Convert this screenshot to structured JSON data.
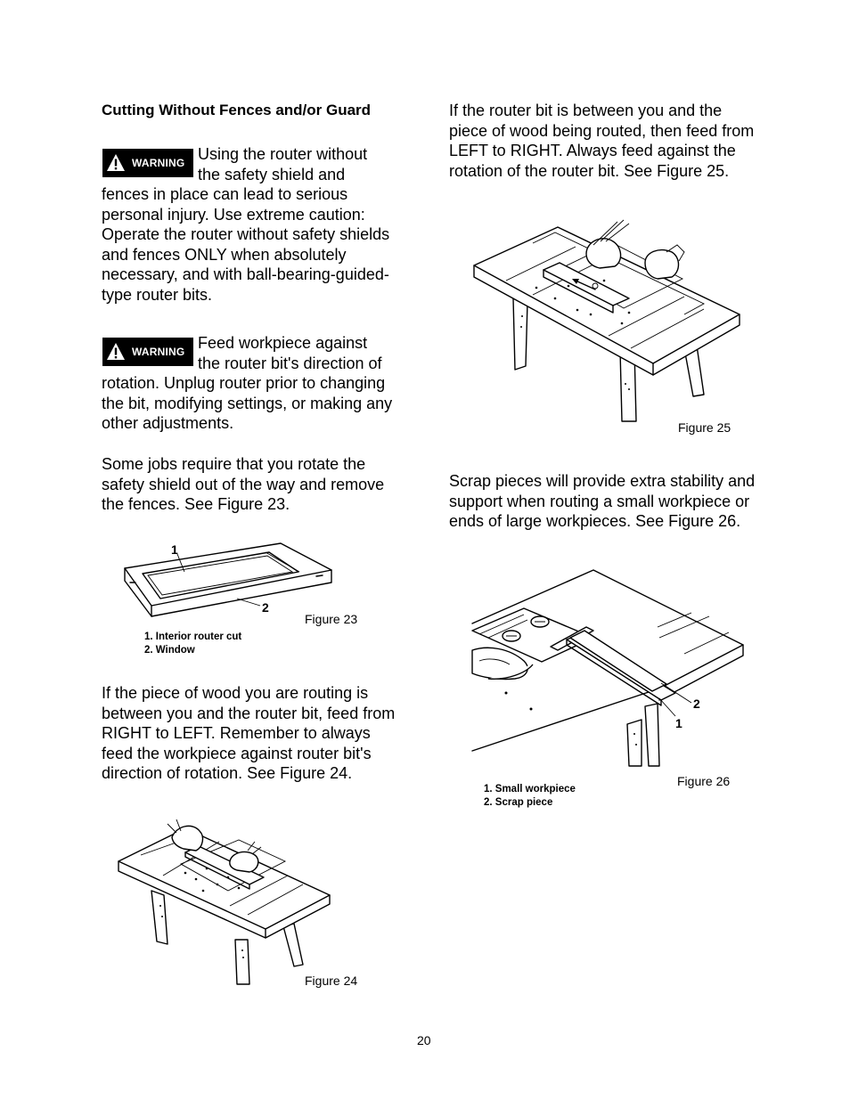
{
  "section_title": "Cutting Without Fences and/or Guard",
  "warning_label": "WARNING",
  "warning1": {
    "line1": "Using the router without",
    "line2": "the safety shield and",
    "rest": "fences in place can lead to serious personal injury.  Use extreme caution: Operate the router without safety shields and fences ONLY when absolutely necessary, and with ball-bearing-guided-type router bits."
  },
  "warning2": {
    "line1": "Feed workpiece against",
    "line2": "the router bit's direction of",
    "rest": "rotation.  Unplug router prior to changing the bit, modifying settings, or making any other adjustments."
  },
  "para_rotate": "Some jobs require that you rotate the safety shield out of the way and remove the fences.  See Figure 23.",
  "figure23": {
    "caption": "Figure 23",
    "callout1": "1",
    "callout2": "2",
    "legend": [
      "1. Interior router cut",
      "2. Window"
    ]
  },
  "para_right_to_left": "If the piece of wood you are routing is between you and the router bit, feed from RIGHT to LEFT.  Remember to always feed the workpiece against router bit's direction of rotation.  See Figure 24.",
  "figure24": {
    "caption": "Figure 24"
  },
  "para_left_to_right": "If the router bit is between you and the piece of wood being routed, then feed from LEFT to RIGHT.  Always feed against the rotation of the router bit. See Figure 25.",
  "figure25": {
    "caption": "Figure 25"
  },
  "para_scrap": "Scrap pieces will provide extra stability and support when routing a small workpiece or ends of large workpieces. See Figure 26.",
  "figure26": {
    "caption": "Figure 26",
    "callout1": "1",
    "callout2": "2",
    "legend": [
      "1. Small workpiece",
      "2. Scrap piece"
    ]
  },
  "page_number": "20"
}
